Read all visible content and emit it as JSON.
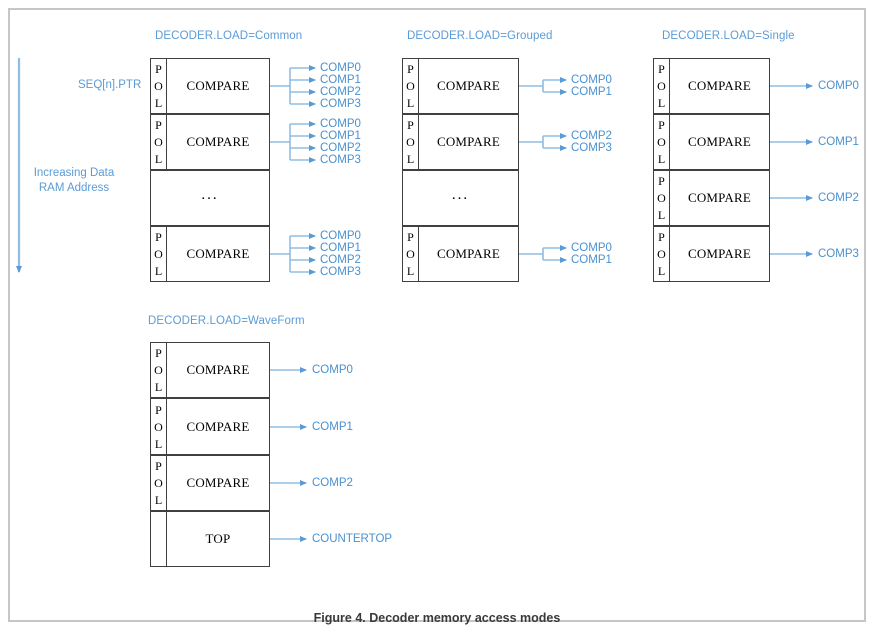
{
  "figure": {
    "caption": "Figure 4. Decoder memory access modes"
  },
  "side_annotations": {
    "seq_pointer": "SEQ[n].PTR",
    "address_direction_line1": "Increasing Data",
    "address_direction_line2": "RAM Address",
    "arrow_icon": "down-arrow-icon"
  },
  "colors": {
    "accent_blue": "#5b9bd5",
    "label_blue": "#4a90cf",
    "box_border": "#404040",
    "frame_border": "#c6c6c6",
    "caption_text": "#3a3a3a"
  },
  "pol_letters": [
    "P",
    "O",
    "L"
  ],
  "groups": [
    {
      "id": "common",
      "title": "DECODER.LOAD=Common",
      "rows": [
        {
          "label": "COMPARE",
          "has_pol": true,
          "outputs": [
            "COMP0",
            "COMP1",
            "COMP2",
            "COMP3"
          ]
        },
        {
          "label": "COMPARE",
          "has_pol": true,
          "outputs": [
            "COMP0",
            "COMP1",
            "COMP2",
            "COMP3"
          ]
        },
        {
          "label": "...",
          "has_pol": false,
          "outputs": []
        },
        {
          "label": "COMPARE",
          "has_pol": true,
          "outputs": [
            "COMP0",
            "COMP1",
            "COMP2",
            "COMP3"
          ]
        }
      ]
    },
    {
      "id": "grouped",
      "title": "DECODER.LOAD=Grouped",
      "rows": [
        {
          "label": "COMPARE",
          "has_pol": true,
          "outputs": [
            "COMP0",
            "COMP1"
          ]
        },
        {
          "label": "COMPARE",
          "has_pol": true,
          "outputs": [
            "COMP2",
            "COMP3"
          ]
        },
        {
          "label": "...",
          "has_pol": false,
          "outputs": []
        },
        {
          "label": "COMPARE",
          "has_pol": true,
          "outputs": [
            "COMP0",
            "COMP1"
          ]
        }
      ]
    },
    {
      "id": "single",
      "title": "DECODER.LOAD=Single",
      "rows": [
        {
          "label": "COMPARE",
          "has_pol": true,
          "outputs": [
            "COMP0"
          ]
        },
        {
          "label": "COMPARE",
          "has_pol": true,
          "outputs": [
            "COMP1"
          ]
        },
        {
          "label": "COMPARE",
          "has_pol": true,
          "outputs": [
            "COMP2"
          ]
        },
        {
          "label": "COMPARE",
          "has_pol": true,
          "outputs": [
            "COMP3"
          ]
        }
      ]
    },
    {
      "id": "waveform",
      "title": "DECODER.LOAD=WaveForm",
      "rows": [
        {
          "label": "COMPARE",
          "has_pol": true,
          "outputs": [
            "COMP0"
          ]
        },
        {
          "label": "COMPARE",
          "has_pol": true,
          "outputs": [
            "COMP1"
          ]
        },
        {
          "label": "COMPARE",
          "has_pol": true,
          "outputs": [
            "COMP2"
          ]
        },
        {
          "label": "TOP",
          "has_pol": false,
          "outputs": [
            "COUNTERTOP"
          ]
        }
      ]
    }
  ]
}
